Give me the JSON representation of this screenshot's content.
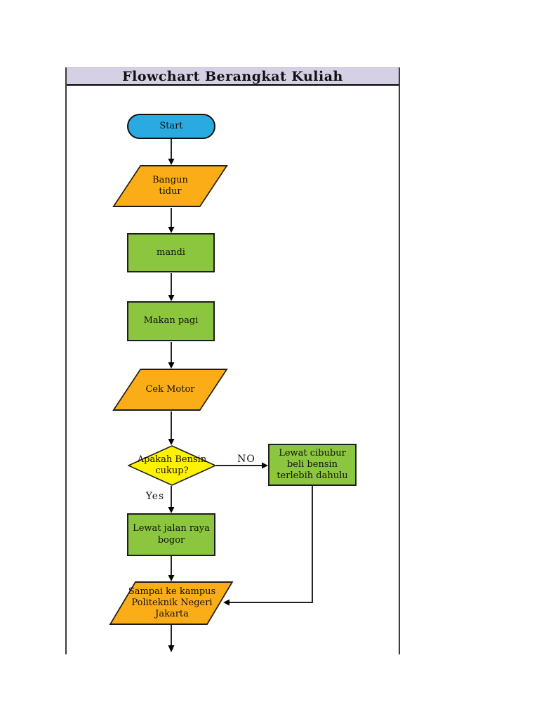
{
  "title": "Flowchart Berangkat Kuliah",
  "flowchart": {
    "nodes": [
      {
        "type": "terminator",
        "label": "Start"
      },
      {
        "type": "input-output",
        "label": "Bangun tidur"
      },
      {
        "type": "process",
        "label": "mandi"
      },
      {
        "type": "process",
        "label": "Makan pagi"
      },
      {
        "type": "input-output",
        "label": "Cek Motor"
      },
      {
        "type": "decision",
        "label": "Apakah Bensin cukup?"
      },
      {
        "type": "process",
        "label": "Lewat cibubur beli bensin terlebih dahulu"
      },
      {
        "type": "process",
        "label": "Lewat jalan raya bogor"
      },
      {
        "type": "input-output",
        "label": "Sampai ke kampus Politeknik Negeri Jakarta"
      }
    ],
    "edge_labels": {
      "no": "NO",
      "yes": "Yes"
    }
  },
  "colors": {
    "terminator": "#29abe2",
    "process": "#8cc63f",
    "input_output": "#fbad18",
    "decision": "#fff200",
    "title_bar": "#d6d0e4",
    "outline": "#1d1d1d"
  }
}
